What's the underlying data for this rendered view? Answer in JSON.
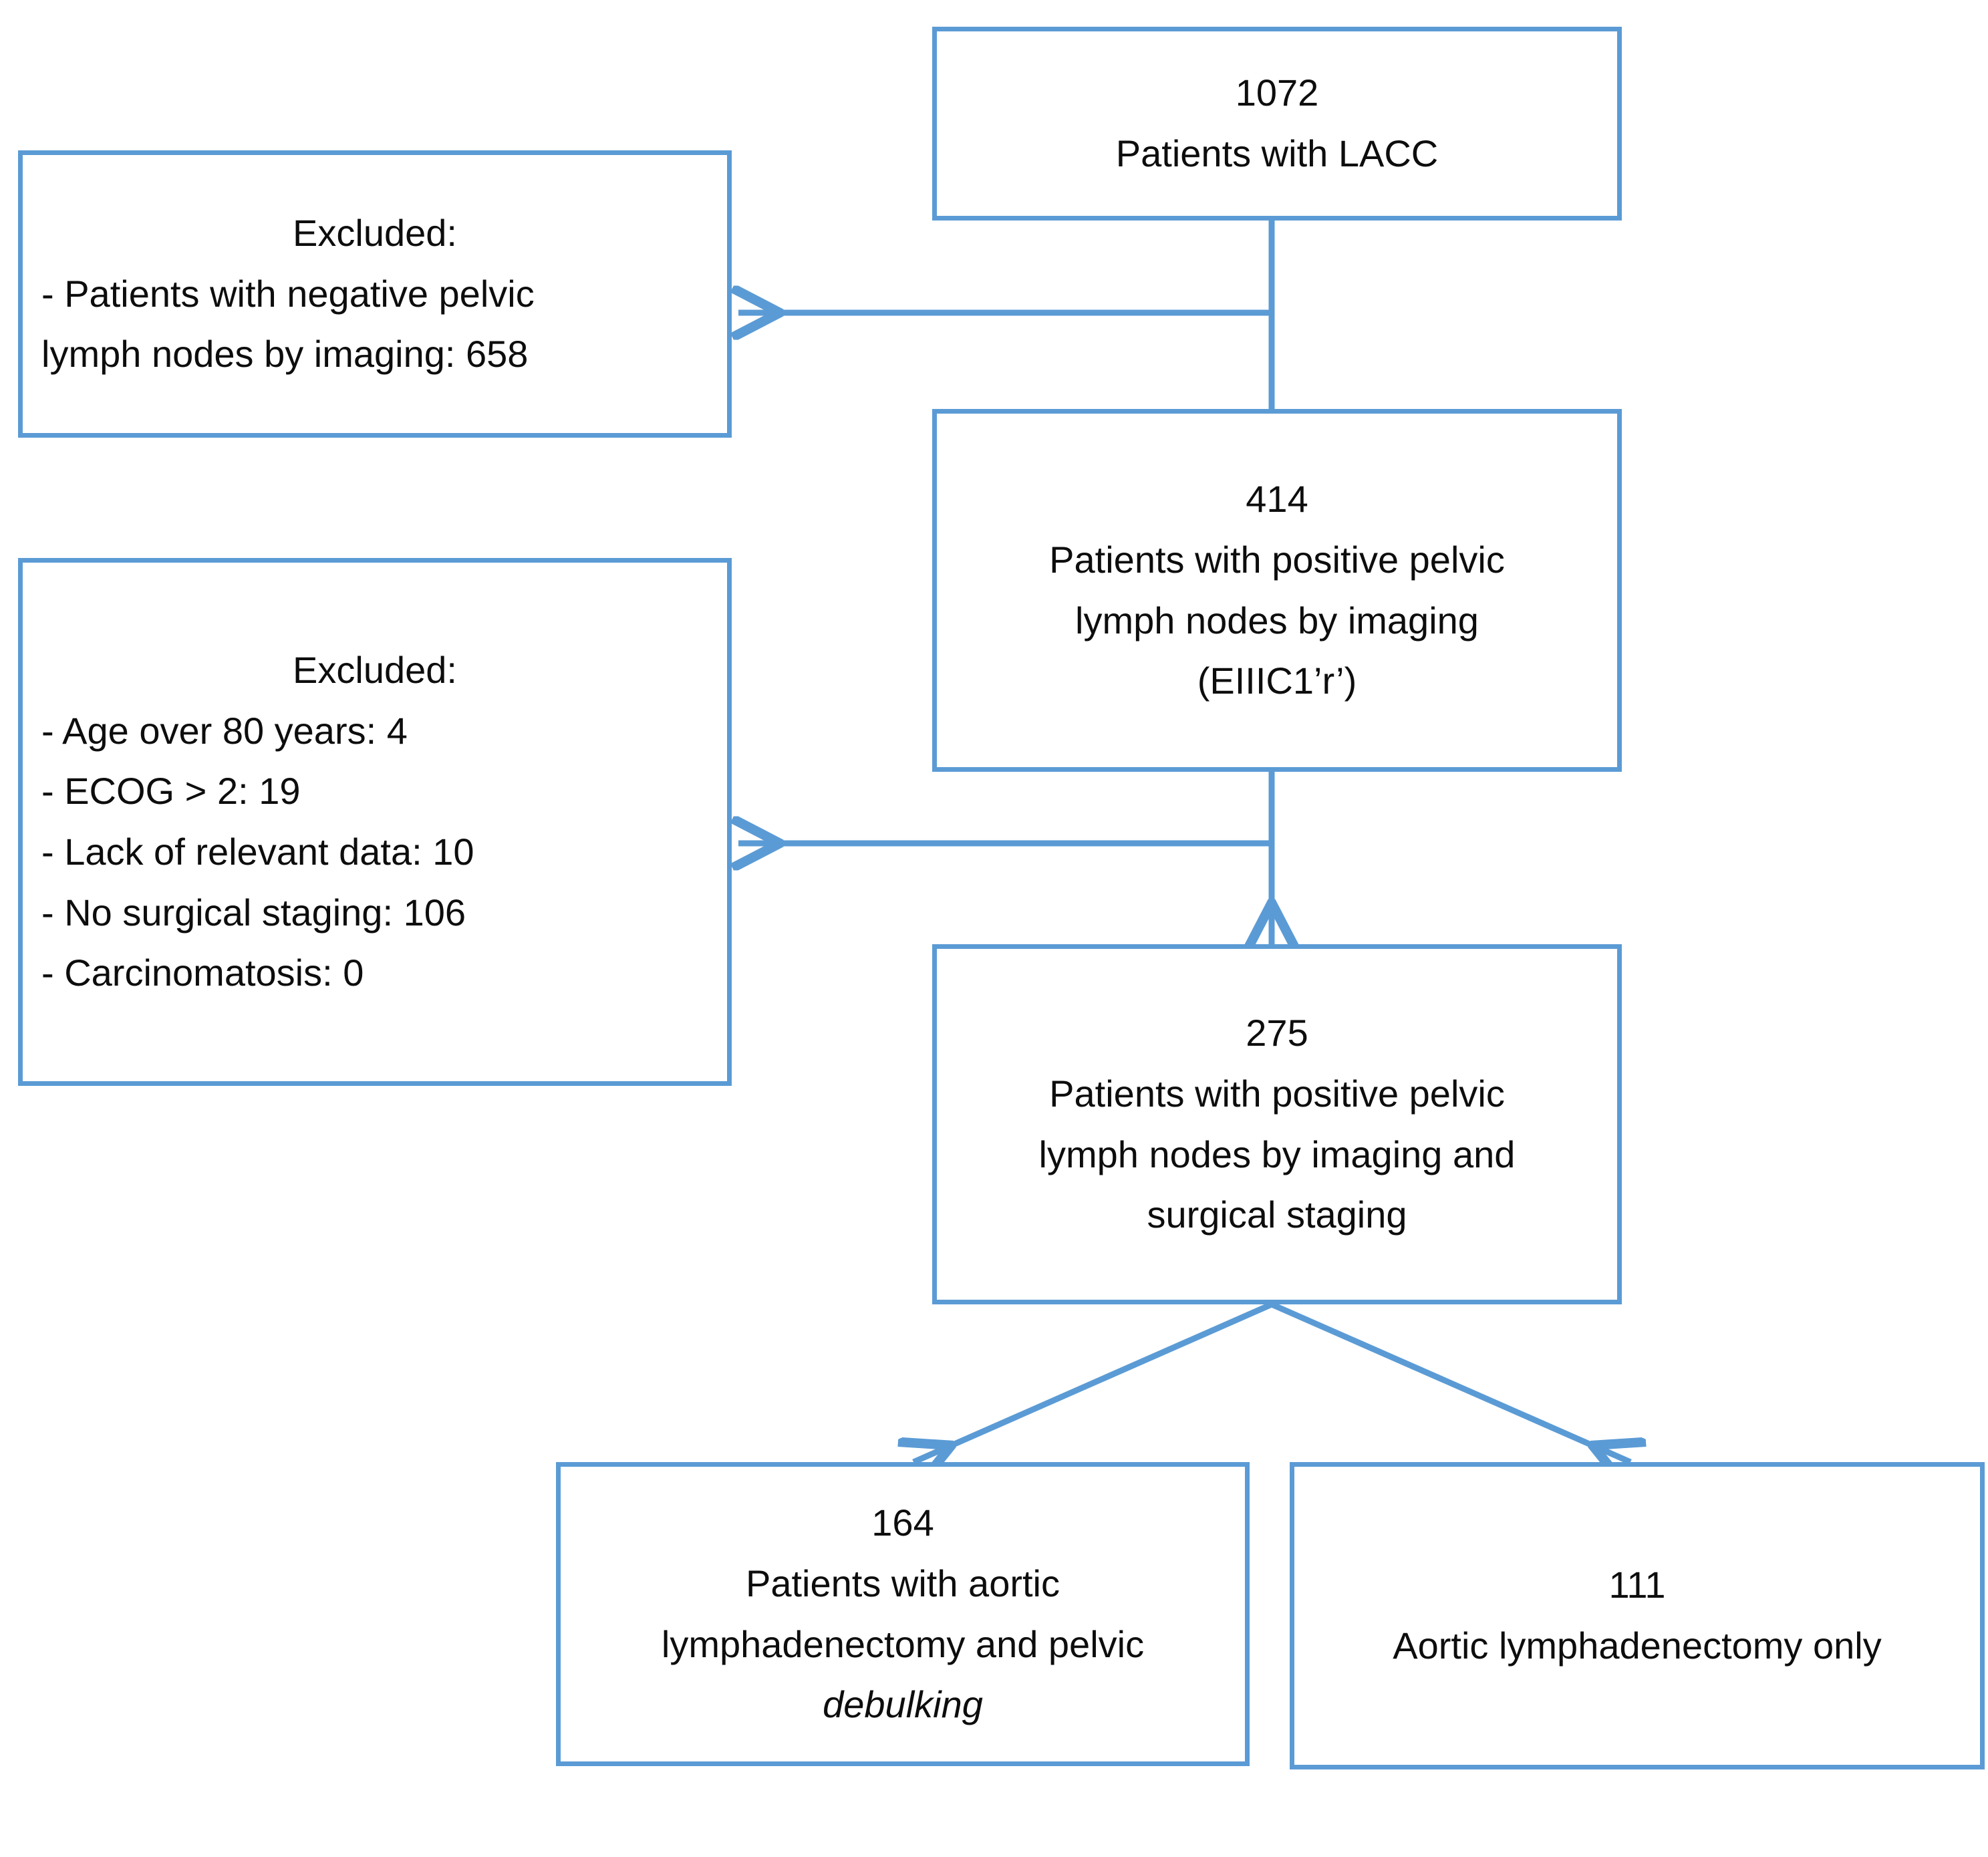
{
  "diagram": {
    "type": "patient-flow-consort-diagram",
    "accent_color": "#5B9BD5",
    "text_color": "#0d0d0d",
    "background": "#ffffff"
  },
  "nodes": {
    "total_cohort": {
      "count": "1072",
      "label": "Patients with LACC"
    },
    "excluded_imaging": {
      "heading": "Excluded:",
      "items": [
        "- Patients with negative pelvic",
        "lymph nodes by imaging: 658"
      ]
    },
    "positive_imaging": {
      "count": "414",
      "label_line1": "Patients with positive pelvic",
      "label_line2": "lymph nodes by imaging",
      "label_line3": "(EIIIC1’r’)"
    },
    "excluded_criteria": {
      "heading": "Excluded:",
      "items": [
        "- Age over 80 years: 4",
        "- ECOG > 2: 19",
        "- Lack of relevant data: 10",
        "- No surgical staging: 106",
        "- Carcinomatosis: 0"
      ]
    },
    "imaging_and_surgical": {
      "count": "275",
      "label_line1": "Patients with positive pelvic",
      "label_line2": "lymph nodes by imaging and",
      "label_line3": "surgical staging"
    },
    "aortic_and_debulking": {
      "count": "164",
      "label_line1": "Patients with aortic",
      "label_line2": "lymphadenectomy and pelvic",
      "label_line3_italic": "debulking"
    },
    "aortic_only": {
      "count": "111",
      "label": "Aortic lymphadenectomy only"
    }
  },
  "connectors": [
    {
      "name": "total-to-positive",
      "kind": "vertical-line"
    },
    {
      "name": "total-to-excluded-imaging",
      "kind": "left-arrow"
    },
    {
      "name": "positive-to-surgical",
      "kind": "down-arrow"
    },
    {
      "name": "positive-to-excluded-criteria",
      "kind": "left-arrow"
    },
    {
      "name": "surgical-to-aortic-debulking",
      "kind": "diagonal-arrow-left"
    },
    {
      "name": "surgical-to-aortic-only",
      "kind": "diagonal-arrow-right"
    }
  ]
}
